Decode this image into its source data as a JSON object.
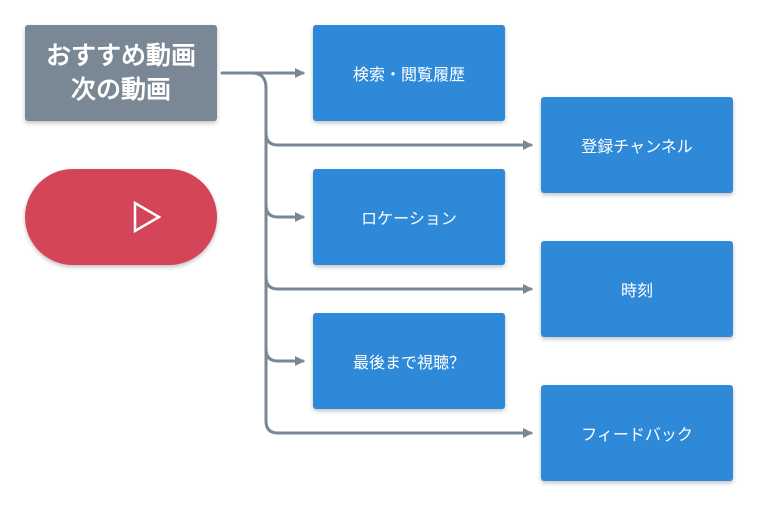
{
  "title": {
    "line1": "おすすめ動画",
    "line2": "次の動画"
  },
  "nodes": [
    {
      "id": "search-history",
      "label": "検索・閲覧履歴"
    },
    {
      "id": "subscribed-channels",
      "label": "登録チャンネル"
    },
    {
      "id": "location",
      "label": "ロケーション"
    },
    {
      "id": "time",
      "label": "時刻"
    },
    {
      "id": "watched-to-end",
      "label": "最後まで視聴？"
    },
    {
      "id": "feedback",
      "label": "フィードバック"
    }
  ],
  "play_button": {
    "icon": "play-icon"
  },
  "colors": {
    "title_bg": "#7a8794",
    "node_bg": "#2f89d9",
    "play_bg": "#d4455a",
    "connector": "#7a8794"
  }
}
